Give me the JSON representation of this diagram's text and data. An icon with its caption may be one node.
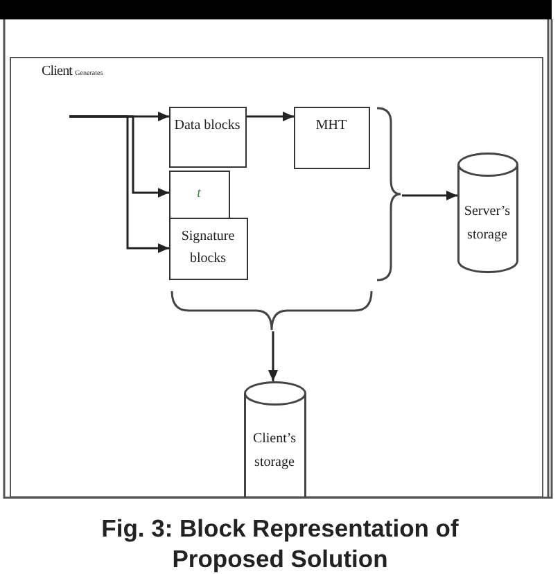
{
  "diagram": {
    "caption": "Fig. 3: Block Representation of Proposed Solution",
    "nodes": [
      {
        "text": [
          "Client $_{Generates}$"
        ]
      },
      {
        "text": [
          "Data blocks"
        ],
        "in": 0
      },
      {
        "text": [
          "MHT"
        ],
        "in": 0
      },
      {
        "text": [
          "t"
        ],
        "in": 0
      },
      {
        "text": [
          "Signature blocks"
        ],
        "in": 0
      },
      {
        "text": [
          "Server’s storage"
        ],
        "in": 0
      },
      {
        "text": [
          "Client’s storage"
        ],
        "in": 0
      },
      {
        "text": [],
        "shape": "brace",
        "in": 0
      },
      {
        "text": [],
        "shape": "brace",
        "in": 0
      }
    ],
    "edges": [
      {
        "from": null,
        "to": 1,
        "arrow": "to"
      },
      {
        "from": null,
        "to": 3,
        "arrow": "to"
      },
      {
        "from": null,
        "to": 4,
        "arrow": "to"
      },
      {
        "from": 1,
        "to": 2,
        "arrow": "to"
      },
      {
        "from": 7,
        "to": 5,
        "arrow": "to"
      },
      {
        "from": 8,
        "to": 6,
        "arrow": "to"
      }
    ]
  }
}
